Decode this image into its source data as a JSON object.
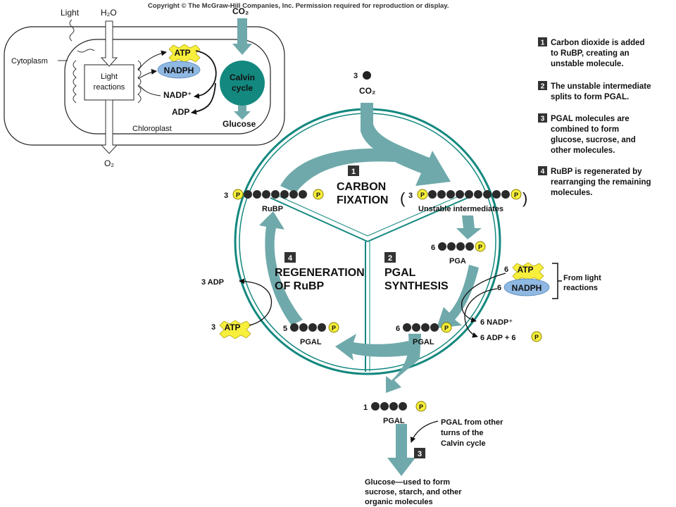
{
  "copyright": "Copyright © The McGraw-Hill Companies, Inc. Permission required for reproduction or display.",
  "colors": {
    "teal": "#6fa9ab",
    "teal_dark": "#13887f",
    "yellow": "#f7ef3b",
    "blue": "#8fb8e3"
  },
  "inset": {
    "light": "Light",
    "h2o": "H₂O",
    "co2": "CO₂",
    "o2": "O₂",
    "cytoplasm": "Cytoplasm",
    "light_reactions": [
      "Light",
      "reactions"
    ],
    "atp": "ATP",
    "nadph": "NADPH",
    "nadp": "NADP⁺",
    "adp": "ADP",
    "calvin_cycle": [
      "Calvin",
      "cycle"
    ],
    "glucose": "Glucose",
    "chloroplast": "Chloroplast"
  },
  "steps": [
    {
      "num": "1",
      "lines": [
        "Carbon dioxide is added",
        "to RuBP, creating an",
        "unstable molecule."
      ]
    },
    {
      "num": "2",
      "lines": [
        "The unstable intermediate",
        "splits to form PGAL."
      ]
    },
    {
      "num": "3",
      "lines": [
        "PGAL molecules are",
        "combined to form",
        "glucose, sucrose, and",
        "other molecules."
      ]
    },
    {
      "num": "4",
      "lines": [
        "RuBP is regenerated by",
        "rearranging the remaining",
        "molecules."
      ]
    }
  ],
  "cycle": {
    "co2_count": "3",
    "co2": "CO₂",
    "phase1_num": "1",
    "phase1": [
      "CARBON",
      "FIXATION"
    ],
    "phase2_num": "2",
    "phase2": [
      "PGAL",
      "SYNTHESIS"
    ],
    "phase4_num": "4",
    "phase4": [
      "REGENERATION",
      "OF RuBP"
    ],
    "phase3_num": "3",
    "p": "P",
    "rubp_count": "3",
    "rubp": "RuBP",
    "unstable_count": "3",
    "unstable": "Unstable intermediates",
    "pga_count": "6",
    "pga": "PGA",
    "atp_count_right": "6",
    "atp": "ATP",
    "nadph_count": "6",
    "nadph": "NADPH",
    "from_light": [
      "From light",
      "reactions"
    ],
    "nadp_out": "6 NADP⁺",
    "adp_out": "6 ADP + 6",
    "pgal6_count": "6",
    "pgal": "PGAL",
    "pgal5_count": "5",
    "adp3": "3 ADP",
    "atp3_count": "3",
    "pgal1_count": "1",
    "pgal_other": [
      "PGAL from other",
      "turns of the",
      "Calvin cycle"
    ],
    "glucose_note": [
      "Glucose—used to form",
      "sucrose, starch, and other",
      "organic molecules"
    ]
  }
}
